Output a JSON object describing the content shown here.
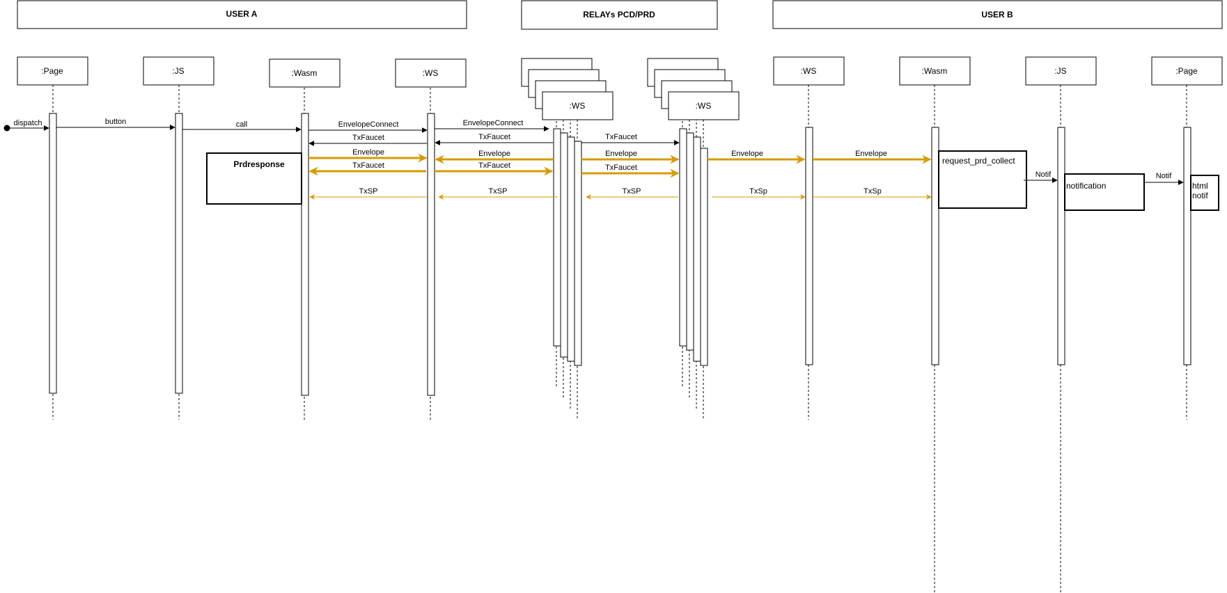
{
  "groups": {
    "user_a": "USER A",
    "relays": "RELAYs PCD/PRD",
    "user_b": "USER B"
  },
  "participants": {
    "a_page": ":Page",
    "a_js": ":JS",
    "a_wasm": ":Wasm",
    "a_ws": ":WS",
    "relay1_ws": ":WS",
    "relay2_ws": ":WS",
    "b_ws": ":WS",
    "b_wasm": ":Wasm",
    "b_js": ":JS",
    "b_page": ":Page"
  },
  "messages": {
    "dispatch": "dispatch",
    "button": "button",
    "call": "call",
    "envelope_connect": "EnvelopeConnect",
    "txfaucet": "TxFaucet",
    "envelope": "Envelope",
    "txsp": "TxSP",
    "txsp_b": "TxSp",
    "notif": "Notif"
  },
  "boxes": {
    "prdresponse": "Prdresponse",
    "request_prd_collect": "request_prd_collect",
    "notification": "notification",
    "html_notif_line1": "html",
    "html_notif_line2": "notif"
  },
  "colors": {
    "accent": "#D79B00",
    "line": "#000000"
  }
}
